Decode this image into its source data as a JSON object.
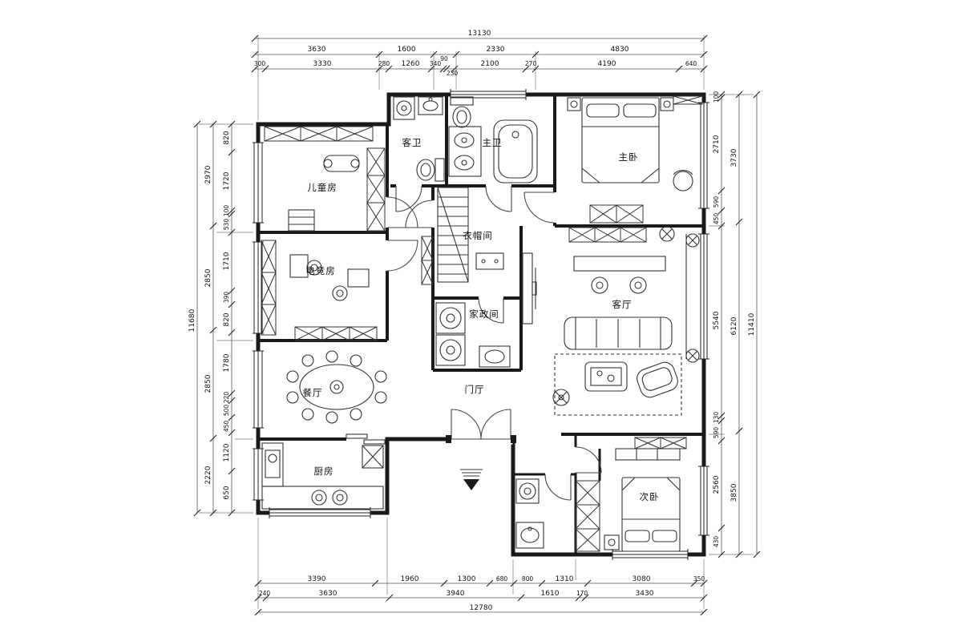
{
  "title": "apartment-floor-plan",
  "colors": {
    "line": "#1a1a1a",
    "background": "#ffffff"
  },
  "rooms": {
    "children": "儿童房",
    "esports": "电竞房",
    "dining": "餐厅",
    "kitchen": "厨房",
    "entry": "门厅",
    "living": "客厅",
    "master": "主卧",
    "second": "次卧",
    "cloak": "衣帽间",
    "guestbath": "客卫",
    "masterbath": "主卫",
    "housekeeping": "家政间"
  },
  "dims": {
    "top_total": "13130",
    "top_t1": [
      "3630",
      "1600",
      "2330",
      "4830"
    ],
    "top_t2": [
      "300",
      "3330",
      "280",
      "1260",
      "340",
      "90",
      "230",
      "2100",
      "270",
      "4190",
      "640"
    ],
    "bottom_t1": [
      "3390",
      "1960",
      "1300",
      "680",
      "800",
      "1310",
      "3080",
      "350"
    ],
    "bottom_t2": [
      "240",
      "3630",
      "3940",
      "1610",
      "170",
      "3430"
    ],
    "bottom_total": "12780",
    "left_inner": [
      "820",
      "1720",
      "100",
      "530",
      "1710",
      "390",
      "820",
      "1780",
      "220",
      "500",
      "450",
      "1120",
      "650"
    ],
    "left_outer": [
      "2970",
      "2850",
      "2850",
      "2220"
    ],
    "left_total": "11680",
    "right_inner": [
      "100",
      "2710",
      "590",
      "450",
      "5540",
      "130",
      "590",
      "2560",
      "430"
    ],
    "right_mid": [
      "3730",
      "6120",
      "3850"
    ],
    "right_total": "11410"
  }
}
